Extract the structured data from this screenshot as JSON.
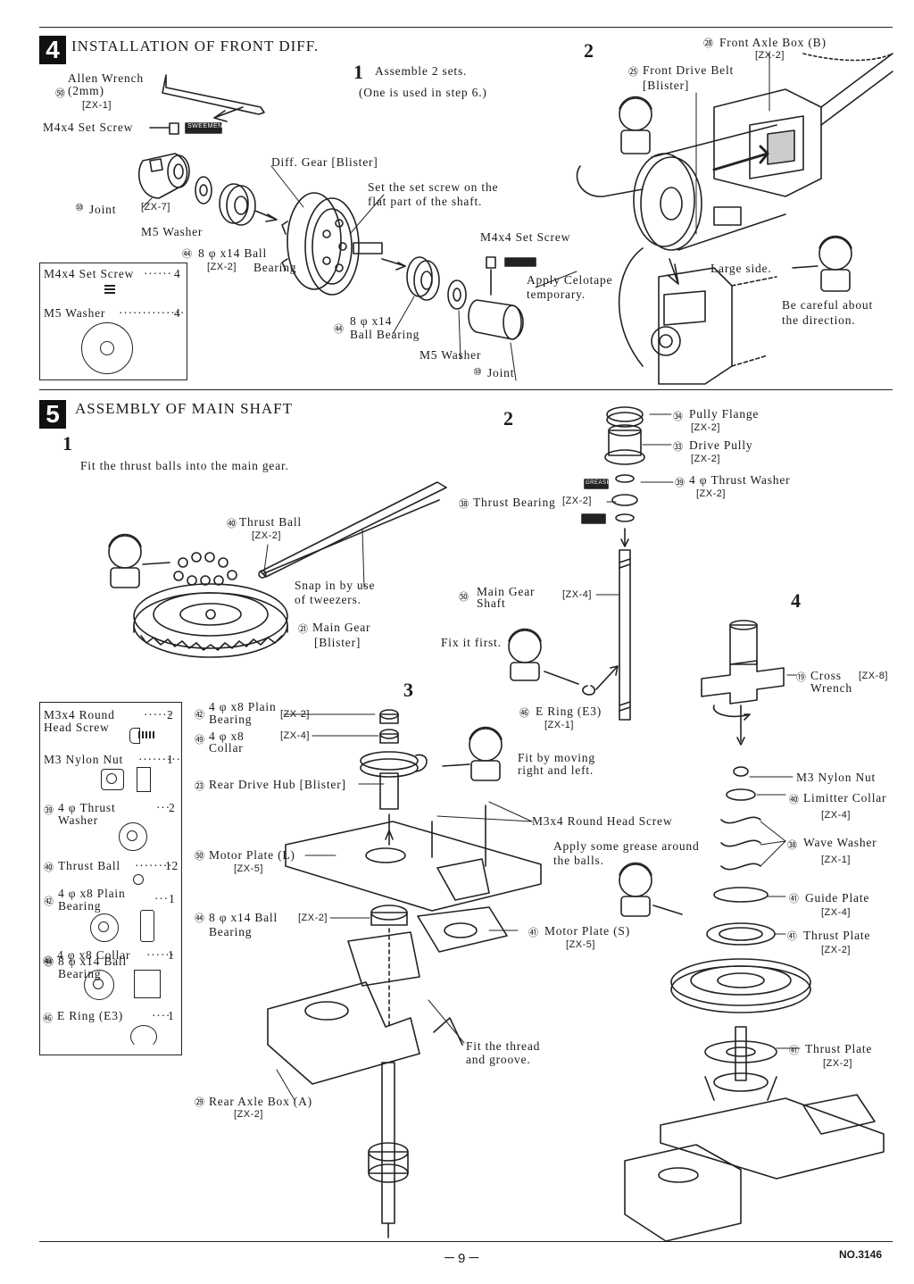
{
  "section4": {
    "number": "4",
    "title": "INSTALLATION OF FRONT DIFF.",
    "step1": {
      "num": "1",
      "line1": "Assemble 2 sets.",
      "line2": "(One is used in step 6.)"
    },
    "step2": {
      "num": "2"
    },
    "labels": {
      "allen_wrench_num": "㊿",
      "allen_wrench": "Allen Wrench",
      "allen_wrench_size": "(2mm)",
      "allen_wrench_code": "[ZX-1]",
      "set_screw_left": "M4x4 Set Screw",
      "diff_gear": "Diff. Gear [Blister]",
      "set_screw_note1": "Set the set screw on the",
      "set_screw_note2": "flat part of the shaft.",
      "joint_num": "⑩",
      "joint": "Joint",
      "joint_code": "[ZX-7]",
      "m5_washer_top": "M5 Washer",
      "bearing_top_num": "㊹",
      "bearing_top": "8 φ x14 Ball",
      "bearing_top_code": "[ZX-2]",
      "bearing_top_word": "Bearing",
      "set_screw_right": "M4x4 Set Screw",
      "celotape1": "Apply Celotape",
      "celotape2": "temporary.",
      "bearing_bottom_num": "㊹",
      "bearing_bottom1": "8 φ x14",
      "bearing_bottom2": "Ball Bearing",
      "m5_washer_bottom": "M5 Washer",
      "joint_bottom_num": "⑩",
      "joint_bottom": "Joint",
      "front_axle_box_num": "㉘",
      "front_axle_box": "Front Axle Box (B)",
      "front_axle_box_code": "[ZX-2]",
      "front_drive_belt_num": "㉕",
      "front_drive_belt": "Front Drive Belt",
      "front_drive_belt_note": "[Blister]",
      "large_side": "Large side.",
      "careful1": "Be careful about",
      "careful2": "the direction.",
      "screw_tag": "SWEEMENT"
    },
    "parts_box": {
      "item1": "M4x4 Set Screw",
      "item1_qty": "4",
      "item2": "M5 Washer",
      "item2_qty": "4"
    }
  },
  "section5": {
    "number": "5",
    "title": "ASSEMBLY OF MAIN SHAFT",
    "step1": {
      "num": "1",
      "text": "Fit the thrust balls into the main gear."
    },
    "step2": {
      "num": "2"
    },
    "step3": {
      "num": "3"
    },
    "step4": {
      "num": "4"
    },
    "labels": {
      "thrust_ball_num": "㊵",
      "thrust_ball": "Thrust Ball",
      "thrust_ball_code": "[ZX-2]",
      "snap1": "Snap in by use",
      "snap2": "of tweezers.",
      "main_gear_num": "㉑",
      "main_gear": "Main Gear",
      "main_gear_note": "[Blister]",
      "pully_flange_num": "㉞",
      "pully_flange": "Pully Flange",
      "pully_flange_code": "[ZX-2]",
      "drive_pully_num": "㉝",
      "drive_pully": "Drive Pully",
      "drive_pully_code": "[ZX-2]",
      "thrust_washer_num": "㊴",
      "thrust_washer": "4 φ Thrust Washer",
      "thrust_washer_code": "[ZX-2]",
      "thrust_bearing_num": "㊳",
      "thrust_bearing": "Thrust Bearing",
      "thrust_bearing_code": "[ZX-2]",
      "grease_tag": "GREASE",
      "main_gear_shaft_num": "㊿",
      "main_gear_shaft1": "Main Gear",
      "main_gear_shaft2": "Shaft",
      "main_gear_shaft_code": "[ZX-4]",
      "fix_first": "Fix it first.",
      "e_ring_num": "㊻",
      "e_ring": "E Ring (E3)",
      "e_ring_code": "[ZX-1]",
      "plain_bearing_num": "㊷",
      "plain_bearing1": "4 φ x8 Plain",
      "plain_bearing2": "Bearing",
      "plain_bearing_code": "[ZX-2]",
      "collar_num": "㊾",
      "collar1": "4 φ x8",
      "collar2": "Collar",
      "collar_code": "[ZX-4]",
      "rear_drive_hub_num": "㉓",
      "rear_drive_hub": "Rear Drive Hub [Blister]",
      "fit_moving1": "Fit by moving",
      "fit_moving2": "right and left.",
      "round_head_screw": "M3x4 Round Head Screw",
      "grease_note1": "Apply some grease around",
      "grease_note2": "the balls.",
      "motor_plate_l_num": "㊿",
      "motor_plate_l": "Motor Plate (L)",
      "motor_plate_l_code": "[ZX-5]",
      "ball_bearing_num": "㊹",
      "ball_bearing1": "8 φ x14 Ball",
      "ball_bearing2": "Bearing",
      "ball_bearing_code": "[ZX-2]",
      "motor_plate_s_num": "㊶",
      "motor_plate_s": "Motor Plate (S)",
      "motor_plate_s_code": "[ZX-5]",
      "fit_thread1": "Fit the thread",
      "fit_thread2": "and groove.",
      "rear_axle_box_num": "㉙",
      "rear_axle_box": "Rear Axle Box (A)",
      "rear_axle_box_code": "[ZX-2]",
      "cross_wrench_num": "⑲",
      "cross_wrench1": "Cross",
      "cross_wrench2": "Wrench",
      "cross_wrench_code": "[ZX-8]",
      "nylon_nut": "M3 Nylon Nut",
      "limitter_collar_num": "㊵",
      "limitter_collar": "Limitter Collar",
      "limitter_collar_code": "[ZX-4]",
      "wave_washer_num": "㊳",
      "wave_washer": "Wave Washer",
      "wave_washer_code": "[ZX-1]",
      "guide_plate_num": "㊶",
      "guide_plate": "Guide Plate",
      "guide_plate_code": "[ZX-4]",
      "thrust_plate_a_num": "㊶",
      "thrust_plate_a": "Thrust Plate",
      "thrust_plate_a_code": "[ZX-2]",
      "thrust_plate_b_num": "㊶",
      "thrust_plate_b": "Thrust Plate",
      "thrust_plate_b_code": "[ZX-2]"
    },
    "parts_box": {
      "i1a": "M3x4 Round",
      "i1b": "Head Screw",
      "i1_qty": "2",
      "i2": "M3 Nylon Nut",
      "i2_qty": "1",
      "i3_num": "㊴",
      "i3a": "4 φ Thrust",
      "i3b": "Washer",
      "i3_qty": "2",
      "i4_num": "㊵",
      "i4": "Thrust Ball",
      "i4_qty": "12",
      "i5_num": "㊷",
      "i5a": "4 φ x8 Plain",
      "i5b": "Bearing",
      "i5_qty": "1",
      "i6_num": "㊹",
      "i6a": "8 φ x14 Ball",
      "i6b": "Bearing",
      "i7_num": "㊾",
      "i7": "4 φ x8 Collar",
      "i7_qty": "1",
      "i8_num": "㊻",
      "i8": "E Ring (E3)",
      "i8_qty": "1"
    }
  },
  "footer": {
    "page": "－9－",
    "doc_no": "NO.3146"
  }
}
